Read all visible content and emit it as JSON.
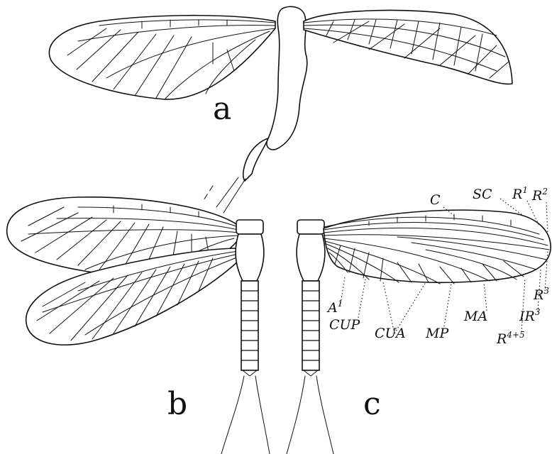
{
  "panels": {
    "a": "a",
    "b": "b",
    "c": "c"
  },
  "vein_labels": {
    "C": "C",
    "SC": "SC",
    "R1": {
      "base": "R",
      "sup": "1"
    },
    "R2": {
      "base": "R",
      "sup": "2"
    },
    "R3": {
      "base": "R",
      "sup": "3"
    },
    "IR3": {
      "base": "IR",
      "sup": "3"
    },
    "R45": {
      "base": "R",
      "sup": "4+5"
    },
    "MA": "MA",
    "MP": "MP",
    "CUA": "CUA",
    "CUP": "CUP",
    "A1": {
      "base": "A",
      "sup": "1"
    }
  },
  "colors": {
    "ink": "#111111",
    "paper": "#ffffff"
  }
}
